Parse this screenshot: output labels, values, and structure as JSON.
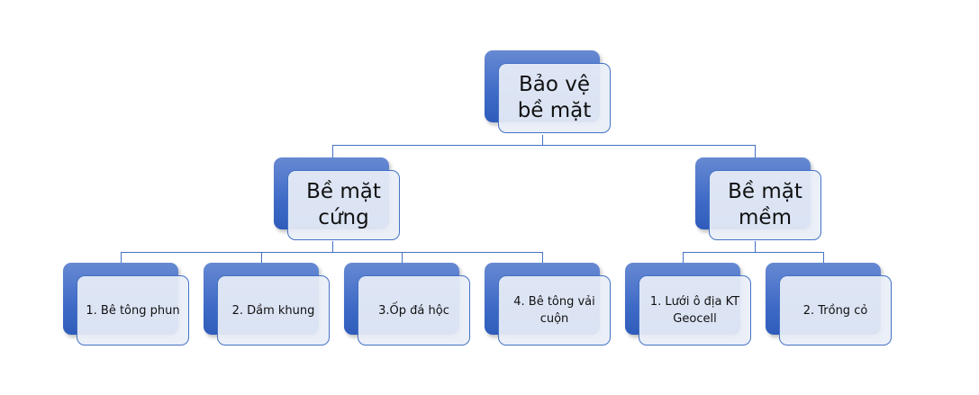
{
  "diagram": {
    "type": "hierarchy",
    "colors": {
      "accent": "#4472c4",
      "box_fill": "#e8eef8",
      "text": "#111111"
    },
    "root": {
      "label": "Bảo vệ bề mặt"
    },
    "branches": [
      {
        "label": "Bề mặt cứng",
        "children": [
          {
            "label": "1. Bê tông phun"
          },
          {
            "label": "2. Dầm khung"
          },
          {
            "label": "3.Ốp đá hộc"
          },
          {
            "label": "4. Bê tông vải cuộn"
          }
        ]
      },
      {
        "label": "Bề mặt mềm",
        "children": [
          {
            "label": "1. Lưới ô địa KT Geocell"
          },
          {
            "label": "2. Trồng cỏ"
          }
        ]
      }
    ]
  }
}
